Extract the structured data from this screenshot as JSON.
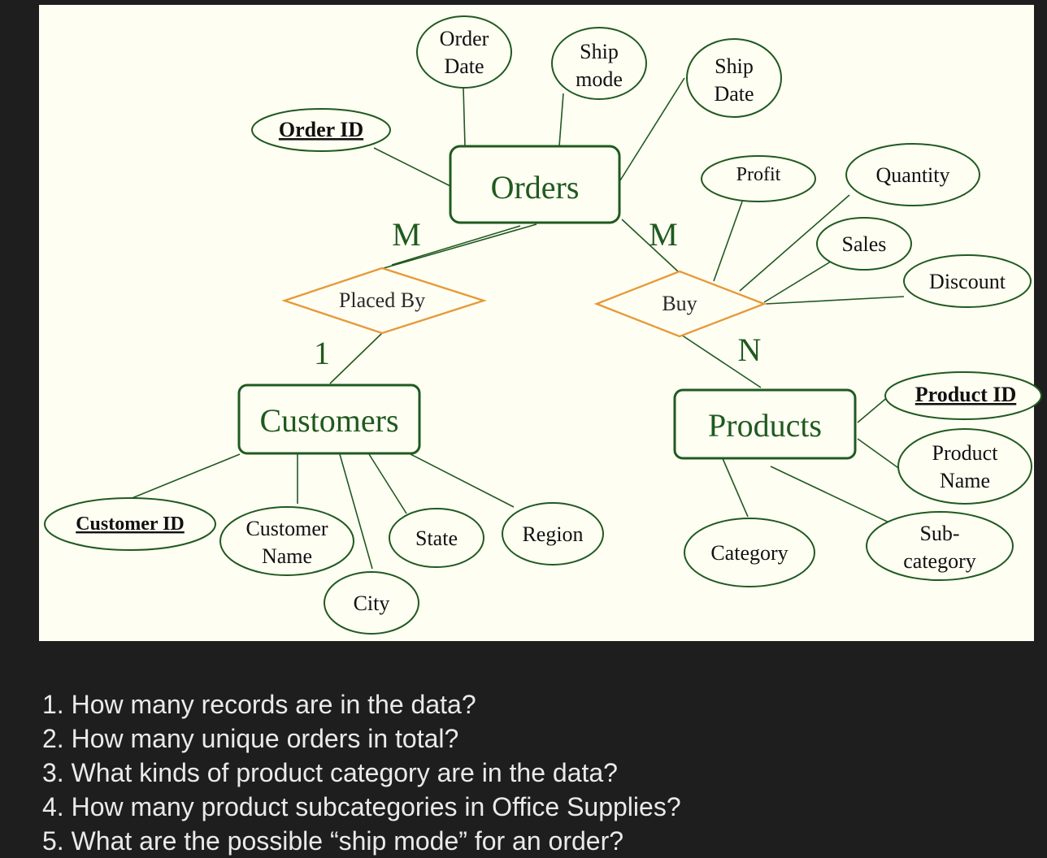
{
  "diagram": {
    "entities": {
      "orders": "Orders",
      "customers": "Customers",
      "products": "Products"
    },
    "relationships": {
      "placed_by": "Placed By",
      "buy": "Buy"
    },
    "cardinalities": {
      "placed_by_orders": "M",
      "placed_by_customers": "1",
      "buy_orders": "M",
      "buy_products": "N"
    },
    "attributes": {
      "order_date": [
        "Order",
        "Date"
      ],
      "ship_mode": [
        "Ship",
        "mode"
      ],
      "ship_date": [
        "Ship",
        "Date"
      ],
      "order_id": "Order ID",
      "profit": "Profit",
      "quantity": "Quantity",
      "sales": "Sales",
      "discount": "Discount",
      "product_id": "Product ID",
      "product_name": [
        "Product",
        "Name"
      ],
      "sub_category": [
        "Sub-",
        "category"
      ],
      "category": "Category",
      "customer_id": "Customer ID",
      "customer_name": [
        "Customer",
        "Name"
      ],
      "city": "City",
      "state": "State",
      "region": "Region"
    },
    "colors": {
      "line": "#1f5a1f",
      "relationship": "#e69a3a",
      "background": "#fffef3",
      "page": "#1e1e1e"
    }
  },
  "questions": [
    "1. How many records are in the data?",
    "2. How many unique orders in total?",
    "3. What kinds of product category are in the data?",
    "4. How many product subcategories in Office Supplies?",
    "5. What are the possible “ship mode” for an order?"
  ]
}
